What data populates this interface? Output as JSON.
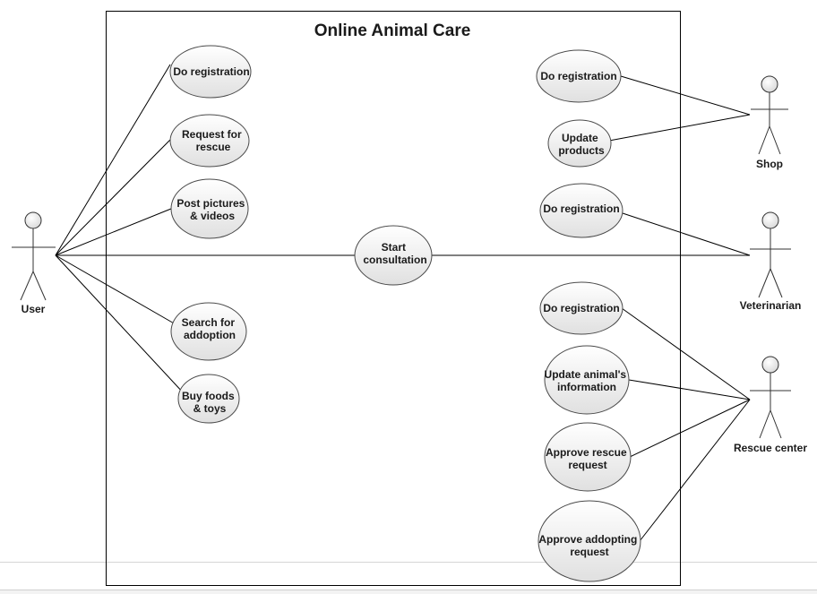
{
  "system": {
    "title": "Online Animal Care"
  },
  "actors": {
    "user": "User",
    "shop": "Shop",
    "veterinarian": "Veterinarian",
    "rescue_center": "Rescue center"
  },
  "use_cases": {
    "user_registration": [
      "Do registration"
    ],
    "request_rescue": [
      "Request for",
      "rescue"
    ],
    "post_pictures": [
      "Post pictures",
      "& videos"
    ],
    "start_consultation": [
      "Start",
      "consultation"
    ],
    "search_adoption": [
      "Search for",
      "addoption"
    ],
    "buy_foods": [
      "Buy foods",
      "& toys"
    ],
    "shop_registration": [
      "Do registration"
    ],
    "update_products": [
      "Update",
      "products"
    ],
    "vet_registration": [
      "Do registration"
    ],
    "rescue_registration": [
      "Do registration"
    ],
    "update_animal_info": [
      "Update animal's",
      "information"
    ],
    "approve_rescue": [
      "Approve rescue",
      "request"
    ],
    "approve_adopting": [
      "Approve addopting",
      "request"
    ]
  },
  "colors": {
    "line": "#000000",
    "ellipse_fill_top": "#ffffff",
    "ellipse_fill_bottom": "#e2e2e2",
    "ellipse_stroke": "#4a4a4a"
  }
}
